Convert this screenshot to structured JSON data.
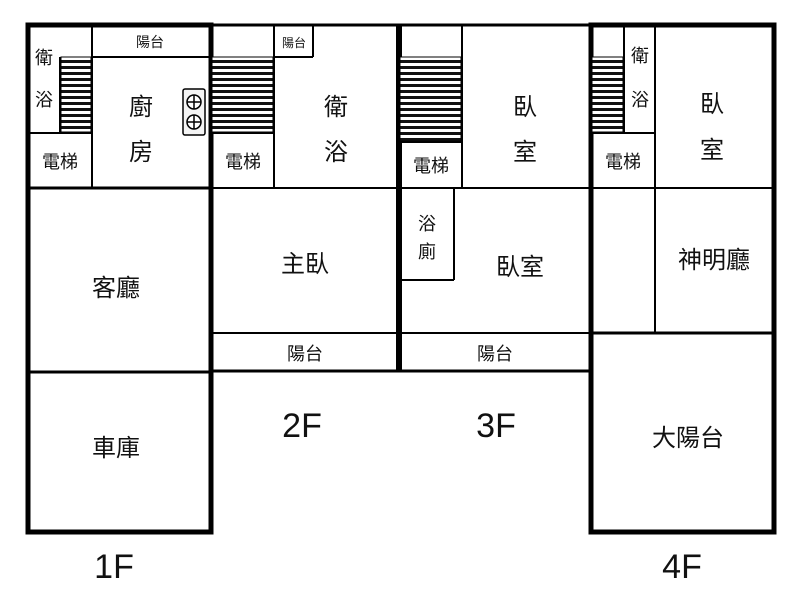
{
  "floors": {
    "f1": {
      "label": "1F",
      "balcony": "陽台",
      "bath": [
        "衛",
        "浴"
      ],
      "elevator": "電梯",
      "kitchen": [
        "廚",
        "房"
      ],
      "living_room": "客廳",
      "garage": "車庫"
    },
    "f2": {
      "label": "2F",
      "balcony_top": "陽台",
      "elevator": "電梯",
      "bath": [
        "衛",
        "浴"
      ],
      "master_bedroom": "主臥",
      "balcony_bottom": "陽台"
    },
    "f3": {
      "label": "3F",
      "elevator": "電梯",
      "bedroom_top": [
        "臥",
        "室"
      ],
      "bath_toilet": [
        "浴",
        "廁"
      ],
      "bedroom": "臥室",
      "balcony": "陽台"
    },
    "f4": {
      "label": "4F",
      "bath": [
        "衛",
        "浴"
      ],
      "elevator": "電梯",
      "bedroom": [
        "臥",
        "室"
      ],
      "shrine_hall": "神明廳",
      "big_balcony": "大陽台"
    }
  }
}
